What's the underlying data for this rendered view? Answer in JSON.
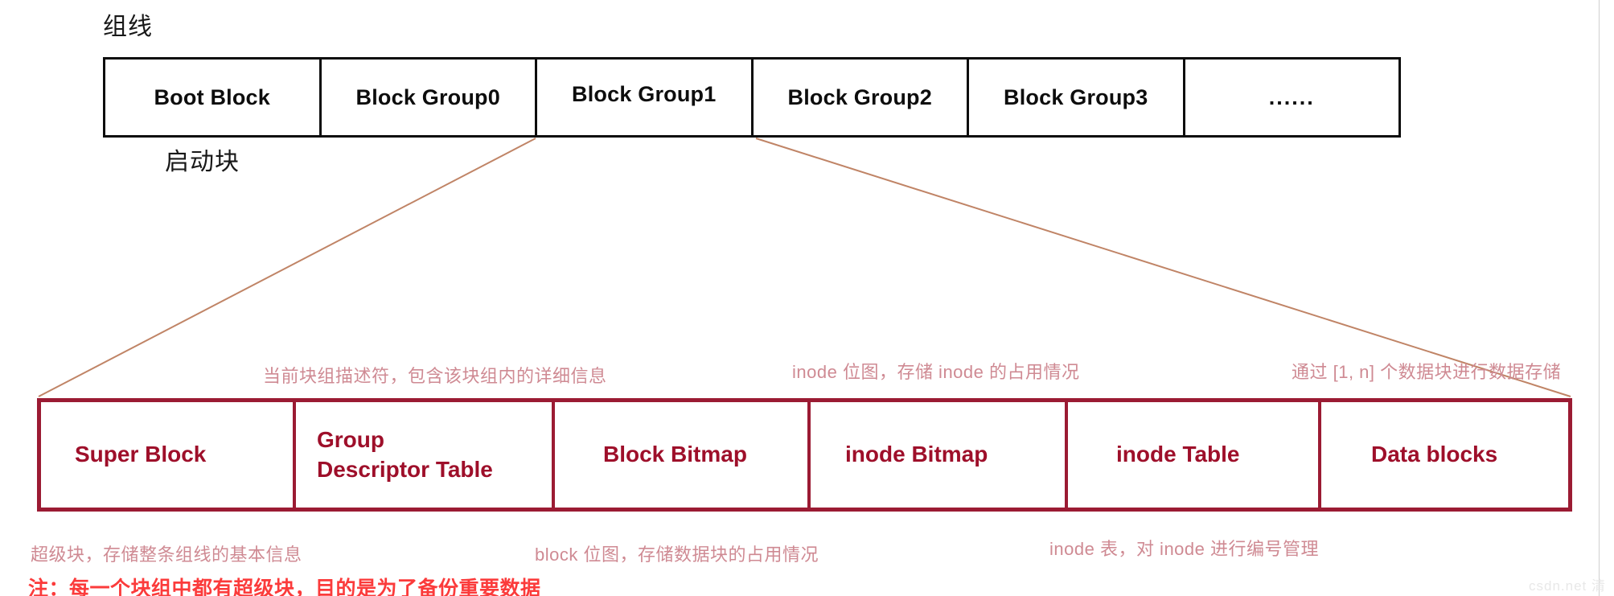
{
  "diagram": {
    "title_label": "组线",
    "boot_label": "启动块",
    "top_row": {
      "cells": [
        {
          "label": "Boot Block"
        },
        {
          "label": "Block Group0"
        },
        {
          "label": "Block Group1"
        },
        {
          "label": "Block Group2"
        },
        {
          "label": "Block Group3"
        },
        {
          "label": "......"
        }
      ]
    },
    "lower_row": {
      "cells": [
        {
          "label": "Super Block",
          "label2": ""
        },
        {
          "label": "Group",
          "label2": "Descriptor Table"
        },
        {
          "label": "Block Bitmap",
          "label2": ""
        },
        {
          "label": "inode Bitmap",
          "label2": ""
        },
        {
          "label": "inode Table",
          "label2": ""
        },
        {
          "label": "Data blocks",
          "label2": ""
        }
      ]
    },
    "annotations_above": {
      "group_descriptor_table": "当前块组描述符，包含该块组内的详细信息",
      "inode_bitmap": "inode 位图，存储 inode 的占用情况",
      "data_blocks": "通过 [1, n] 个数据块进行数据存储"
    },
    "annotations_below": {
      "super_block": "超级块，存储整条组线的基本信息",
      "block_bitmap": "block 位图，存储数据块的占用情况",
      "inode_table": "inode 表，对 inode 进行编号管理"
    },
    "note": "注：每一个块组中都有超级块，目的是为了备份重要数据",
    "watermark": "csdn.net 清",
    "colors": {
      "top_border": "#0c0c0c",
      "top_text": "#0d0d0d",
      "lower_border": "#9b1b33",
      "lower_text": "#9e0f2a",
      "annotation_text": "#cf8a93",
      "note_text": "#fb3b3b",
      "connector_line": "#c08466",
      "background": "#ffffff"
    }
  }
}
